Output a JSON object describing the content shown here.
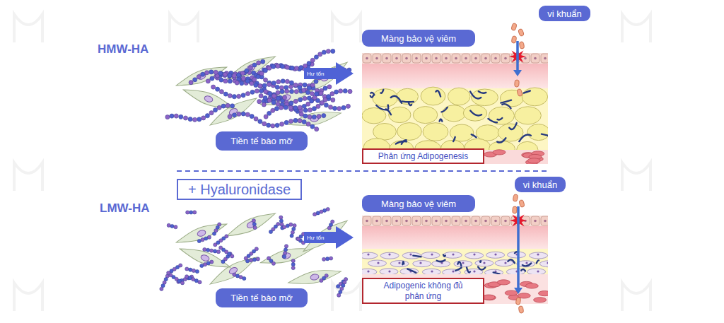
{
  "diagram": {
    "nodes": [
      {
        "text": [
          "Màng bảo vệ viêm"
        ]
      },
      {
        "text": [
          "vi khuẩn"
        ]
      },
      {
        "text": [
          "Hư tổn"
        ]
      },
      {
        "text": [
          "Tiền tế bào mỡ"
        ]
      },
      {
        "text": [
          "Phản ứng Adipogenesis"
        ]
      },
      {
        "text": [
          "+ Hyaluronidase"
        ]
      },
      {
        "text": [
          "vi khuẩn"
        ]
      },
      {
        "text": [
          "Màng bảo vệ viêm"
        ]
      },
      {
        "text": [
          "Hư tổn"
        ]
      },
      {
        "text": [
          "Tiền tế bào mỡ"
        ]
      },
      {
        "text": [
          "Adipogenic không đủ phản ứng"
        ]
      }
    ],
    "labels": [
      "HMW-HA",
      "LMW-HA"
    ]
  }
}
